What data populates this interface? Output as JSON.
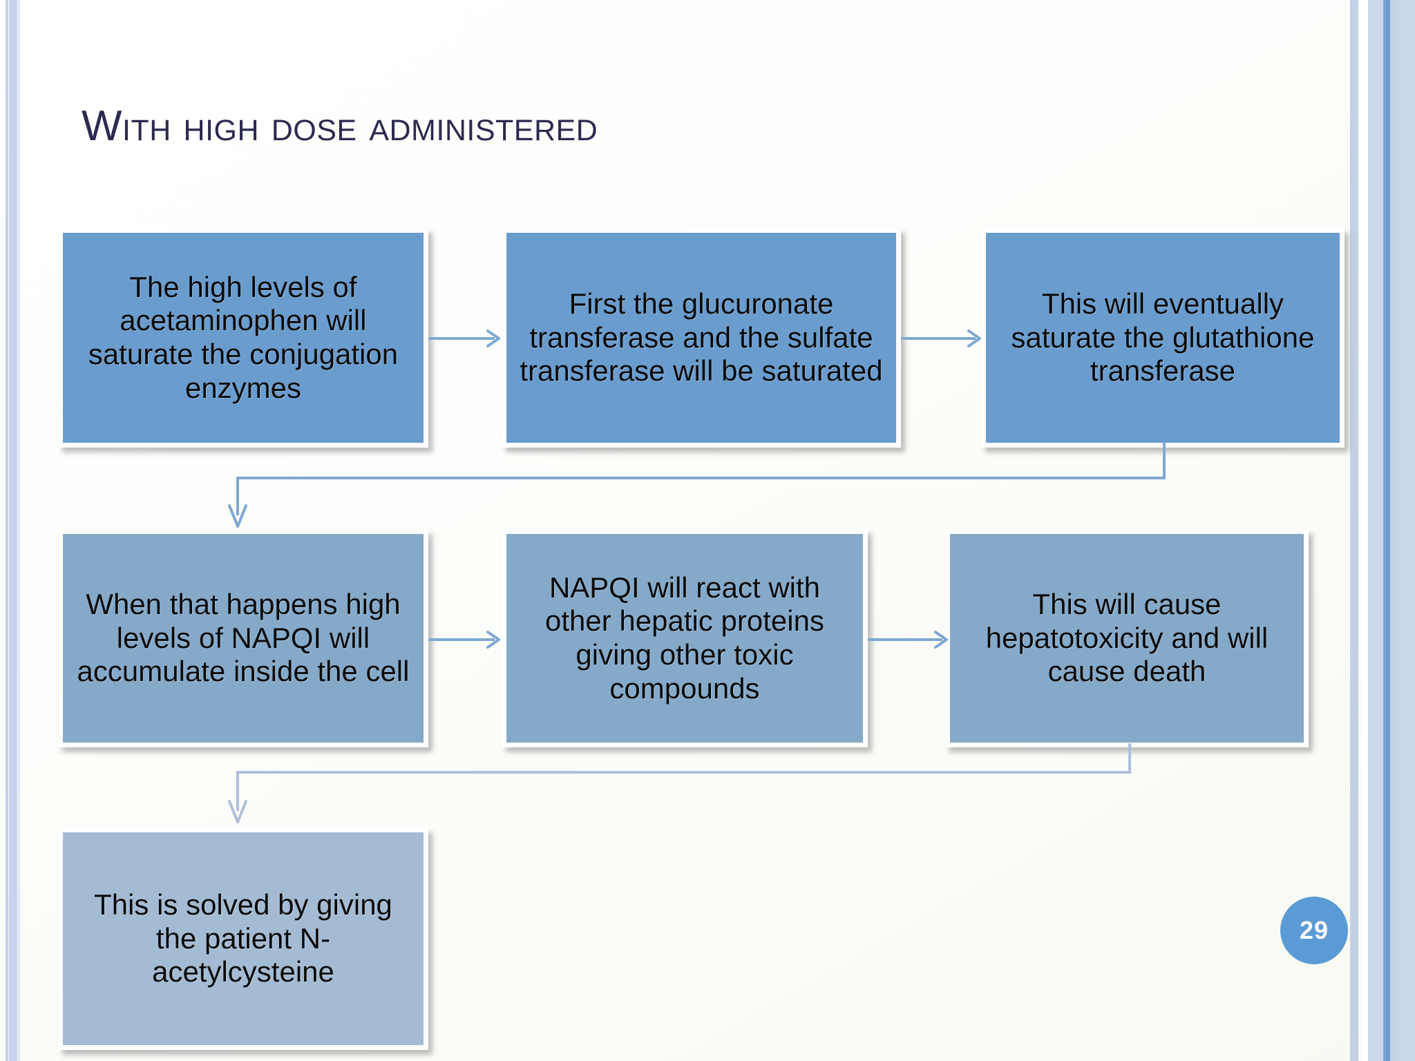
{
  "slide": {
    "title": "With high dose administered",
    "page_number": "29",
    "accent_color": "#5b9bd5",
    "title_color": "#2b2a4f",
    "box_tone_row1": "#6a9cce",
    "box_tone_row2": "#85a9c9",
    "box_tone_row3": "#a3bbd3",
    "connector_color": "#7fa8d0"
  },
  "flow": {
    "rows": [
      {
        "boxes": [
          {
            "text": "The high levels of acetaminophen will saturate the conjugation enzymes"
          },
          {
            "text": "First the glucuronate transferase and the sulfate transferase will be saturated"
          },
          {
            "text": "This will eventually saturate the glutathione transferase"
          }
        ]
      },
      {
        "boxes": [
          {
            "text": "When that happens high levels of NAPQI will accumulate inside the cell"
          },
          {
            "text": "NAPQI will react with other hepatic proteins giving other toxic compounds"
          },
          {
            "text": "This will cause hepatotoxicity and will cause death"
          }
        ]
      },
      {
        "boxes": [
          {
            "text": "This is solved by giving the patient N-acetylcysteine"
          }
        ]
      }
    ]
  }
}
